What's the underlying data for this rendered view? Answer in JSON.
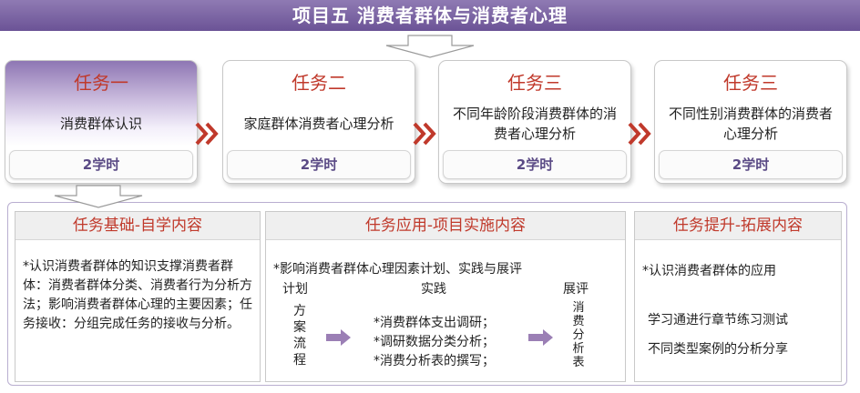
{
  "title": "项目五  消费者群体与消费者心理",
  "tasks": [
    {
      "name": "任务一",
      "desc": "消费群体认识",
      "hours": "2学时",
      "active": true
    },
    {
      "name": "任务二",
      "desc": "家庭群体消费者心理分析",
      "hours": "2学时",
      "active": false
    },
    {
      "name": "任务三",
      "desc": "不同年龄阶段消费群体的消费者心理分析",
      "hours": "2学时",
      "active": false
    },
    {
      "name": "任务三",
      "desc": "不同性别消费群体的消费者心理分析",
      "hours": "2学时",
      "active": false
    }
  ],
  "panels": {
    "basic": {
      "title": "任务基础-自学内容",
      "text": "*认识消费者群体的知识支撑消费者群体：消费者群体分类、消费者行为分析方法；影响消费者群体心理的主要因素；任务接收：分组完成任务的接收与分析。"
    },
    "apply": {
      "title": "任务应用-项目实施内容",
      "intro": "*影响消费者群体心理因素计划、实践与展评",
      "stage_plan": "计划",
      "stage_practice": "实践",
      "stage_review": "展评",
      "left_vertical": "方案流程",
      "items": [
        "*消费群体支出调研；",
        "*调研数据分类分析；",
        "*消费分析表的撰写；"
      ],
      "right_vertical": "消费分析表"
    },
    "extend": {
      "title": "任务提升-拓展内容",
      "lines": [
        "*认识消费者群体的应用",
        "学习通进行章节练习测试",
        "不同类型案例的分析分享"
      ]
    }
  },
  "colors": {
    "accent": "#6b5396",
    "task_title": "#c0392b",
    "chevron": "#c0392b",
    "flow_arrow": "#9b7fb5"
  }
}
